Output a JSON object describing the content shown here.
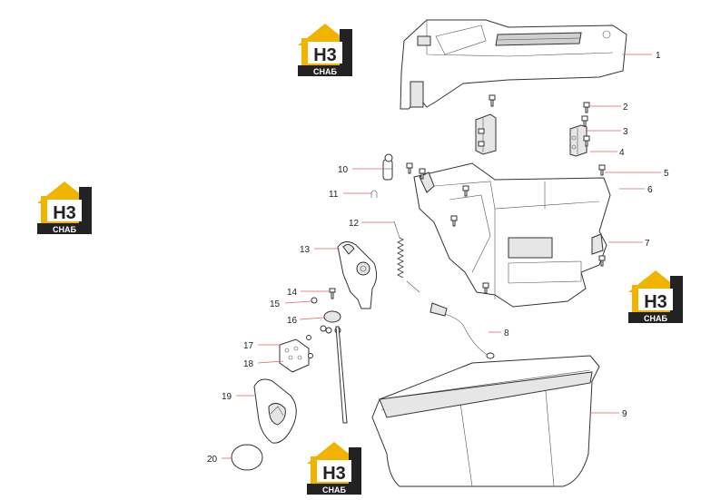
{
  "logo": {
    "mark": "H3",
    "caption": "CHAБ",
    "brand_yellow": "#f0b400",
    "brand_dark": "#222222"
  },
  "callouts": [
    "1",
    "2",
    "3",
    "4",
    "5",
    "6",
    "7",
    "8",
    "9",
    "10",
    "11",
    "12",
    "13",
    "14",
    "15",
    "16",
    "17",
    "18",
    "19",
    "20"
  ]
}
